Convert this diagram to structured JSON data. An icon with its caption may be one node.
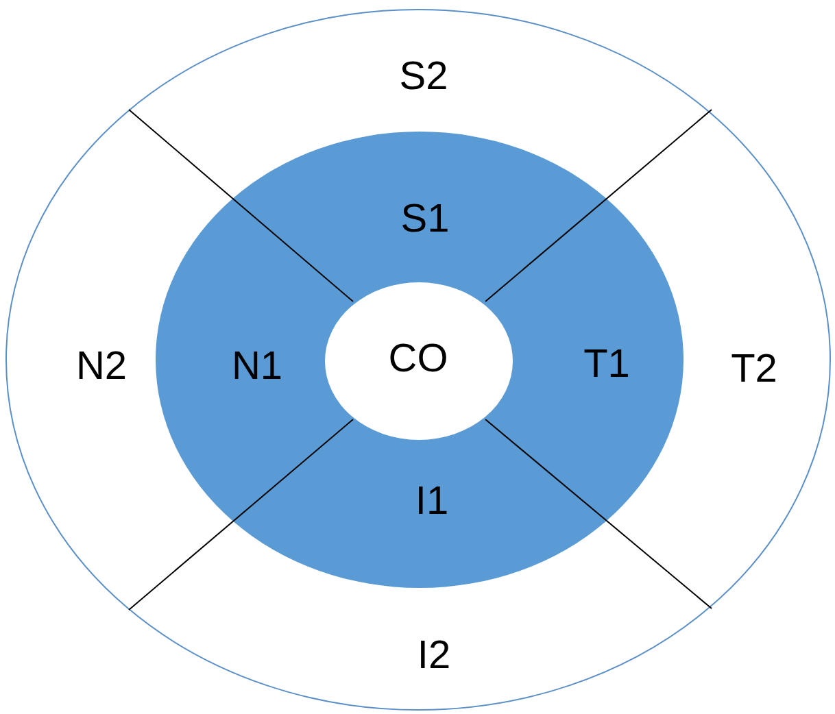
{
  "diagram": {
    "nodes": [
      {
        "text": [
          "S2"
        ]
      },
      {
        "text": [
          "S1"
        ]
      },
      {
        "text": [
          "N2"
        ]
      },
      {
        "text": [
          "N1"
        ]
      },
      {
        "text": [
          "CO"
        ]
      },
      {
        "text": [
          "T1"
        ]
      },
      {
        "text": [
          "T2"
        ]
      },
      {
        "text": [
          "I1"
        ]
      },
      {
        "text": [
          "I2"
        ]
      }
    ]
  }
}
